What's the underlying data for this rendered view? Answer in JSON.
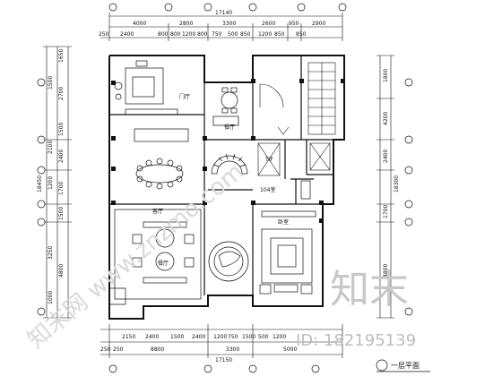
{
  "top_dims": {
    "overall": "17140",
    "row1": [
      "4000",
      "2800",
      "3300",
      "2600",
      "950",
      "2900"
    ],
    "row2": [
      "250",
      "2400",
      "800",
      "800",
      "1200",
      "800",
      "750",
      "500",
      "850",
      "1200",
      "850",
      "850"
    ]
  },
  "bottom_dims": {
    "row1": [
      "2150",
      "2400",
      "1500",
      "2400",
      "1200",
      "750",
      "1500",
      "500",
      "1200"
    ],
    "row2": [
      "250",
      "250",
      "8800",
      "3300",
      "5000"
    ],
    "overall": "17150"
  },
  "left_dims": {
    "row_outer": [
      "1650",
      "2700",
      "1500",
      "2400",
      "1700",
      "1500",
      "4800"
    ],
    "row_inner": [
      "1500",
      "2100",
      "1200",
      "3250",
      "1000"
    ],
    "overall": "18450"
  },
  "right_dims": {
    "row_outer": [
      "1800",
      "4200",
      "2400",
      "1700",
      "4800"
    ],
    "overall": "18300"
  },
  "rooms": {
    "small_tag": "餐厅",
    "hall": "门厅",
    "room_104": "104室",
    "dining": "餐厅",
    "living": "客厅",
    "bedroom": "卧室",
    "stair_tag": "TIF"
  },
  "drawing_title": "一层平面",
  "watermark": {
    "brand": "知末",
    "id_text": "ID: 182195139",
    "diagonal": "知末网 www.znzmo.com"
  }
}
